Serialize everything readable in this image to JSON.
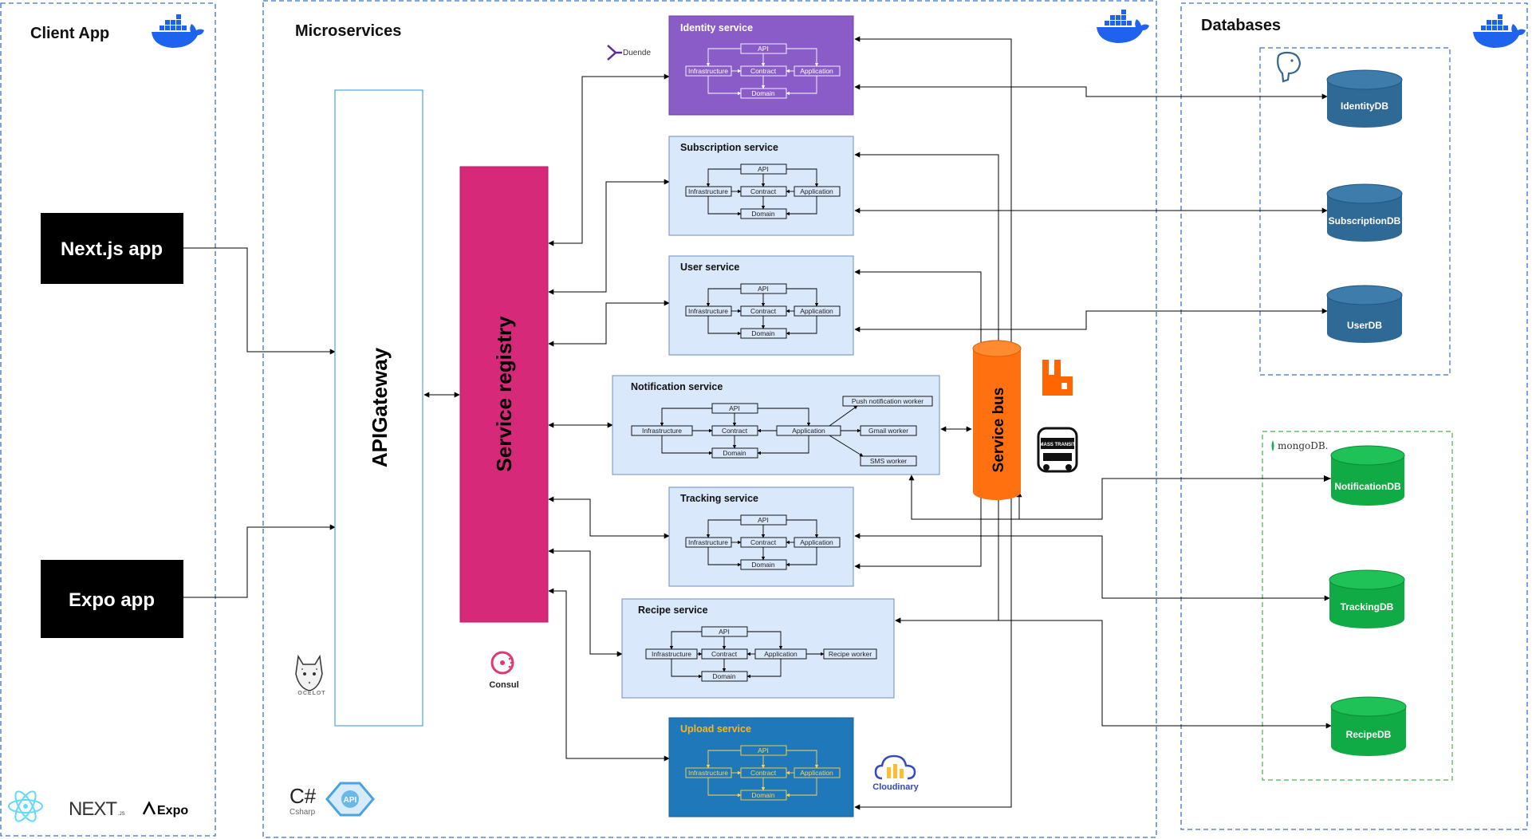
{
  "groups": {
    "client": "Client App",
    "microservices": "Microservices",
    "databases": "Databases"
  },
  "clients": {
    "nextjs": "Next.js app",
    "expo": "Expo app"
  },
  "gateway": "APIGateway",
  "registry": "Service registry",
  "bus": "Service bus",
  "layers": {
    "api": "API",
    "infrastructure": "Infrastructure",
    "contract": "Contract",
    "application": "Application",
    "domain": "Domain"
  },
  "services": {
    "identity": "Identity service",
    "subscription": "Subscription service",
    "user": "User service",
    "notification": "Notification service",
    "tracking": "Tracking service",
    "recipe": "Recipe service",
    "upload": "Upload service"
  },
  "workers": {
    "push": "Push notification worker",
    "gmail": "Gmail worker",
    "sms": "SMS worker",
    "recipe": "Recipe worker"
  },
  "databases": {
    "identity": "IdentityDB",
    "subscription": "SubscriptionDB",
    "user": "UserDB",
    "notification": "NotificationDB",
    "tracking": "TrackingDB",
    "recipe": "RecipeDB"
  },
  "logos": {
    "duende": "Duende",
    "consul": "Consul",
    "ocelot": "OCELOT",
    "csharp_symbol": "C#",
    "csharp_name": "Csharp",
    "api_badge": "API",
    "cloudinary": "Cloudinary",
    "mongodb": "mongoDB.",
    "next": "NEXT",
    "next_suffix": ".JS",
    "expo": "Expo",
    "mass_transit": "MASS TRANSIT"
  },
  "colors": {
    "docker": "#1d63ed",
    "identity_fill": "#8a5cc7",
    "service_fill": "#dae8fc",
    "service_border": "#6c8ebf",
    "upload_fill": "#1f78b9",
    "registry": "#d6297a",
    "gateway_border": "#4da6d9",
    "bus": "#ff7010",
    "postgres_db": "#2f6a97",
    "mongo_db": "#10ab45",
    "client_box": "#000000",
    "group_border": "#3c6fcf",
    "mongo_border": "#43b54a"
  }
}
